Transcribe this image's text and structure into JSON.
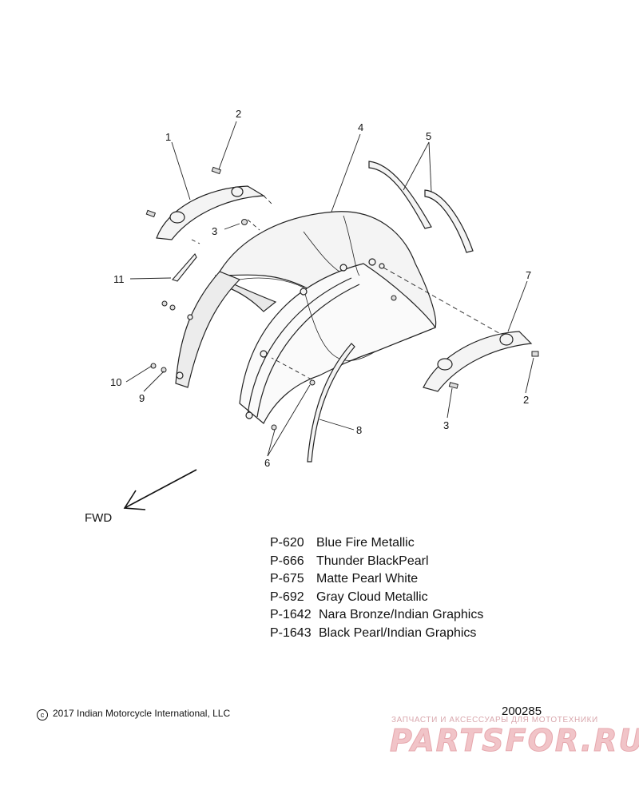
{
  "callouts": [
    "1",
    "2",
    "3",
    "4",
    "5",
    "7",
    "11",
    "10",
    "9",
    "6",
    "8",
    "2",
    "3"
  ],
  "direction_label": "FWD",
  "paint_codes": [
    {
      "code": "P-620",
      "name": "Blue Fire Metallic"
    },
    {
      "code": "P-666",
      "name": "Thunder BlackPearl"
    },
    {
      "code": "P-675",
      "name": "Matte Pearl White"
    },
    {
      "code": "P-692",
      "name": "Gray Cloud Metallic"
    },
    {
      "code": "P-1642",
      "name": "Nara Bronze/Indian Graphics"
    },
    {
      "code": "P-1643",
      "name": "Black Pearl/Indian Graphics"
    }
  ],
  "copyright": {
    "symbol": "c",
    "text": "2017 Indian Motorcycle International, LLC"
  },
  "figure_number": "200285",
  "watermark": {
    "tagline": "ЗАПЧАСТИ И АКСЕССУАРЫ ДЛЯ МОТОТЕХНИКИ",
    "brand": "PARTSFOR.RU"
  },
  "colors": {
    "line": "#222222",
    "fender_fill": "#f4f4f4",
    "watermark": "#f1c4c8"
  }
}
